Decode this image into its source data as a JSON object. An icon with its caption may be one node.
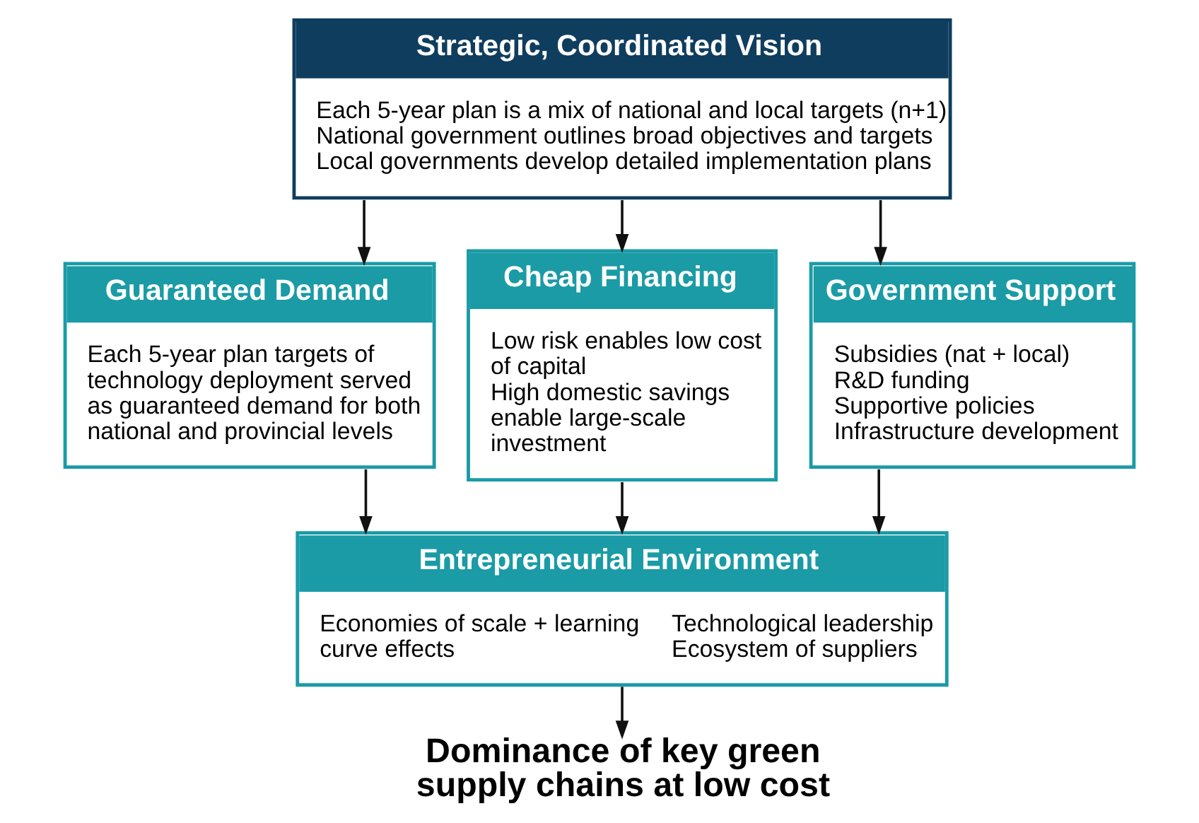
{
  "diagram": {
    "nodes": [
      {
        "text": [
          "Strategic, Coordinated Vision",
          "Each 5-year plan is a mix of national and local targets (n+1)",
          "National government outlines broad objectives and targets",
          "Local governments develop detailed implementation plans"
        ]
      },
      {
        "text": [
          "Guaranteed Demand",
          "Each 5-year plan targets of technology deployment served as guaranteed demand for both national and provincial levels"
        ]
      },
      {
        "text": [
          "Cheap Financing",
          "Low risk enables low cost of capital",
          "High domestic savings enable large-scale investment"
        ]
      },
      {
        "text": [
          "Government Support",
          "Subsidies (nat + local)",
          "R&D funding",
          "Supportive policies",
          "Infrastructure development"
        ]
      },
      {
        "text": [
          "Entrepreneurial Environment",
          "Economies of scale + learning curve effects",
          "Technological leadership",
          "Ecosystem of suppliers"
        ]
      },
      {
        "text": [
          "Dominance of key green supply chains at low cost"
        ]
      }
    ],
    "edges": [
      {
        "from": 0,
        "to": 1,
        "arrow": "to"
      },
      {
        "from": 0,
        "to": 2,
        "arrow": "to"
      },
      {
        "from": 0,
        "to": 3,
        "arrow": "to"
      },
      {
        "from": 1,
        "to": 4,
        "arrow": "to"
      },
      {
        "from": 2,
        "to": 4,
        "arrow": "to"
      },
      {
        "from": 3,
        "to": 4,
        "arrow": "to"
      },
      {
        "from": 4,
        "to": 5,
        "arrow": "to"
      }
    ]
  }
}
